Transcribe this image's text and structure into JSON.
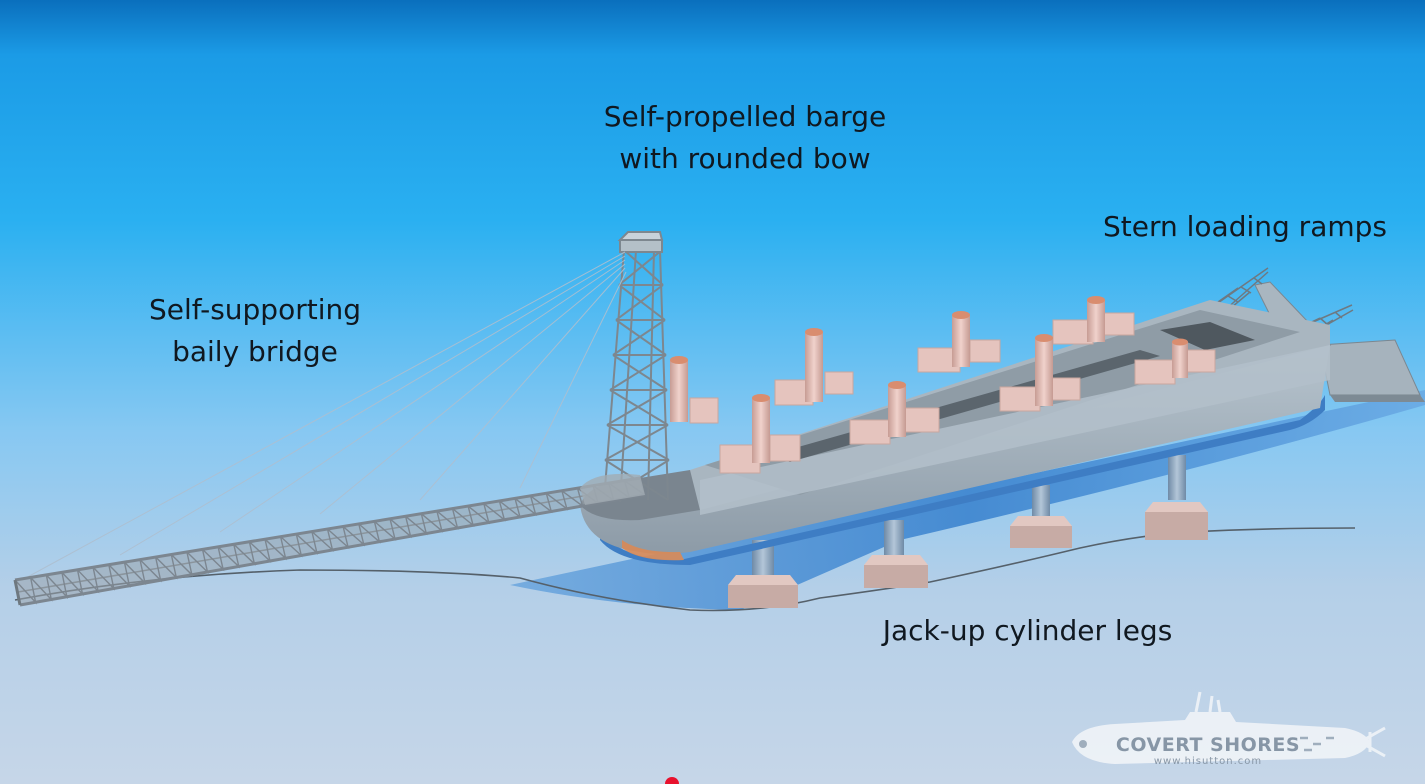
{
  "labels": {
    "barge_line1": "Self-propelled barge",
    "barge_line2": "with rounded bow",
    "bridge_line1": "Self-supporting",
    "bridge_line2": "baily bridge",
    "stern_ramps": "Stern loading ramps",
    "legs": "Jack-up cylinder legs"
  },
  "watermark": {
    "name": "COVERT SHORES",
    "url": "www.hisutton.com"
  },
  "colors": {
    "sky_top": "#0a74c7",
    "sky_mid": "#27a9ee",
    "sky_bottom": "#bfdcf4",
    "water": "#5a97d6",
    "hull": "#a7b5c0",
    "deck": "#75828d",
    "cargo": "#e2bfb8",
    "cap": "#d98d6f",
    "steel": "#8d979f",
    "progress_dot": "#e8112d"
  }
}
